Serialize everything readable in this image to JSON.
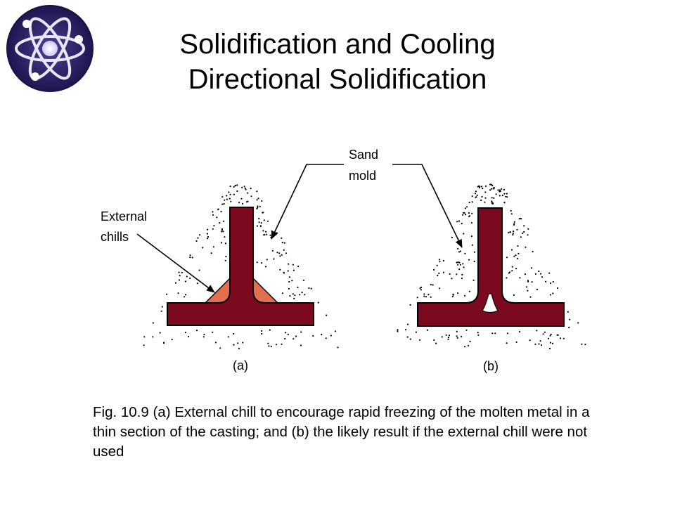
{
  "slide": {
    "title_line1": "Solidification and Cooling",
    "title_line2": "Directional Solidification",
    "logo_icon": "atom-icon"
  },
  "figure": {
    "labels": {
      "sand_mold_line1": "Sand",
      "sand_mold_line2": "mold",
      "external_chills_line1": "External",
      "external_chills_line2": "chills",
      "panel_a": "(a)",
      "panel_b": "(b)"
    },
    "colors": {
      "metal": "#7b0a1f",
      "chill": "#e2704c",
      "sand_dots": "#000000",
      "logo_bg": "#2d2166"
    }
  },
  "caption": {
    "text": "Fig. 10.9 (a) External chill to encourage rapid freezing of the molten metal in a thin section of the casting; and (b) the likely result if the external chill were not used"
  }
}
